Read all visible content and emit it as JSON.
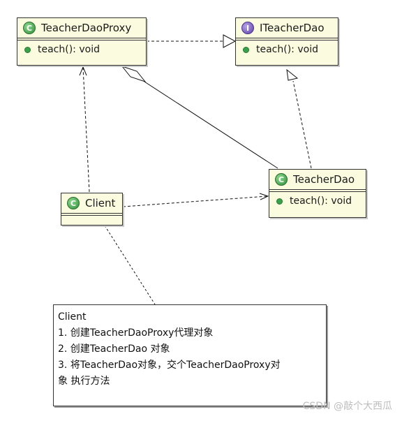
{
  "classes": {
    "proxy": {
      "name": "TeacherDaoProxy",
      "method": "teach(): void",
      "icon": "class-icon"
    },
    "iface": {
      "name": "ITeacherDao",
      "method": "teach(): void",
      "icon": "interface-icon"
    },
    "teacher": {
      "name": "TeacherDao",
      "method": "teach(): void",
      "icon": "class-icon"
    },
    "client": {
      "name": "Client",
      "icon": "class-icon"
    }
  },
  "note": {
    "lines": [
      "Client",
      "1. 创建TeacherDaoProxy代理对象",
      "2. 创建TeacherDao 对象",
      "3. 将TeacherDao对象，交个TeacherDaoProxy对",
      "象 执行方法"
    ]
  },
  "watermark": "CSDN @敲个大西瓜",
  "colors": {
    "box_fill": "#fbfbdf",
    "class_icon": "#2f8f3a",
    "interface_icon": "#5b3ea8",
    "line": "#111111"
  }
}
